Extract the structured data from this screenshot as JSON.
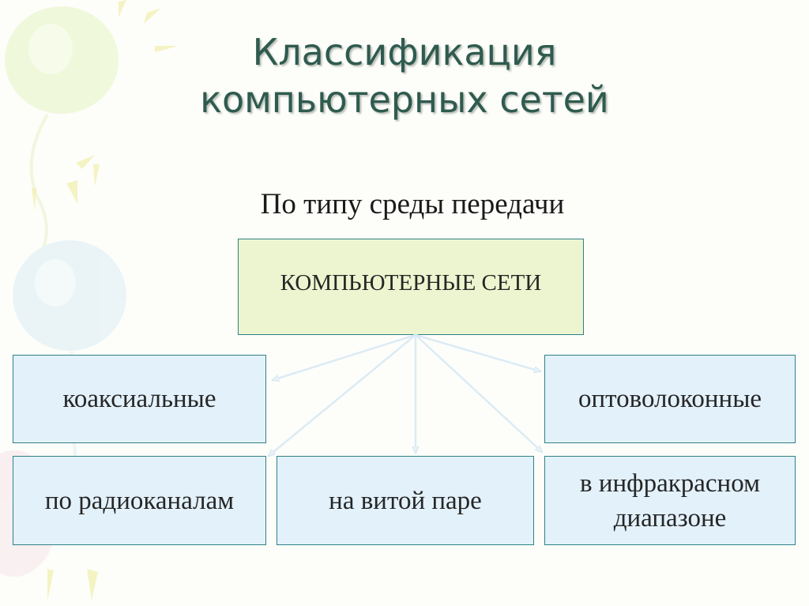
{
  "title": {
    "line1": "Классификация",
    "line2": "компьютерных сетей"
  },
  "subtitle": "По типу среды передачи",
  "root": {
    "label": "КОМПЬЮТЕРНЫЕ СЕТИ"
  },
  "children": [
    {
      "label": "коаксиальные"
    },
    {
      "label": "оптоволоконные"
    },
    {
      "label": "по радиоканалам"
    },
    {
      "label": "на витой паре"
    },
    {
      "label": "в инфракрасном диапазоне"
    }
  ]
}
